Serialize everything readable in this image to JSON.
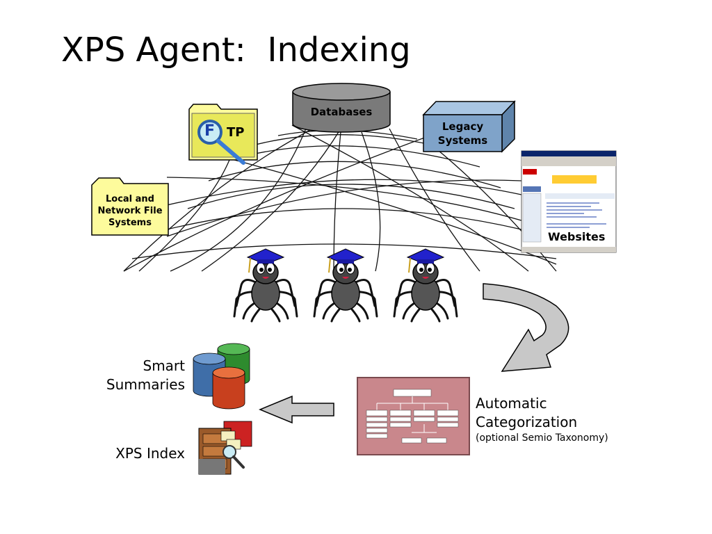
{
  "title": "XPS Agent:  Indexing",
  "sources": {
    "databases": "Databases",
    "legacy_line1": "Legacy",
    "legacy_line2": "Systems",
    "local_line1": "Local and",
    "local_line2": "Network File",
    "local_line3": "Systems",
    "ftp_letter": "F",
    "ftp_suffix": "TP",
    "websites": "Websites"
  },
  "outputs": {
    "smart_line1": "Smart",
    "smart_line2": "Summaries",
    "xps_index": "XPS Index",
    "auto_line1": "Automatic",
    "auto_line2": "Categorization",
    "auto_line3": "(optional Semio Taxonomy)"
  },
  "colors": {
    "database": "#7a7a7a",
    "legacy": "#7fa3c9",
    "folder": "#fdfb9c",
    "taxonomy": "#c9878c",
    "arrow": "#c8c8c8",
    "cyl_green": "#2e8b2e",
    "cyl_blue": "#3f6ea8",
    "cyl_red": "#c8401e",
    "cap": "#2222cc"
  }
}
